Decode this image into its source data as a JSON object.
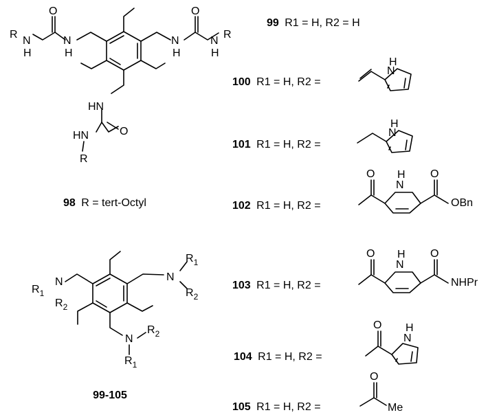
{
  "compounds": {
    "c98": {
      "id": "98",
      "desc": "R = tert-Octyl"
    },
    "core": {
      "id": "99-105"
    }
  },
  "labels": {
    "R": "R",
    "H": "H",
    "N": "N",
    "NH": "NH",
    "HN": "HN",
    "O": "O",
    "OBn": "OBn",
    "NHPr": "NHPr",
    "Me": "Me",
    "R1": "R",
    "R2": "R",
    "sub1": "1",
    "sub2": "2"
  },
  "entries": [
    {
      "id": "99",
      "text": "R1 = H, R2 = H"
    },
    {
      "id": "100",
      "text": "R1 = H, R2 ="
    },
    {
      "id": "101",
      "text": "R1 = H, R2 ="
    },
    {
      "id": "102",
      "text": "R1 = H, R2 ="
    },
    {
      "id": "103",
      "text": "R1 = H, R2 ="
    },
    {
      "id": "104",
      "text": "R1 = H, R2 ="
    },
    {
      "id": "105",
      "text": "R1 = H, R2 ="
    }
  ]
}
